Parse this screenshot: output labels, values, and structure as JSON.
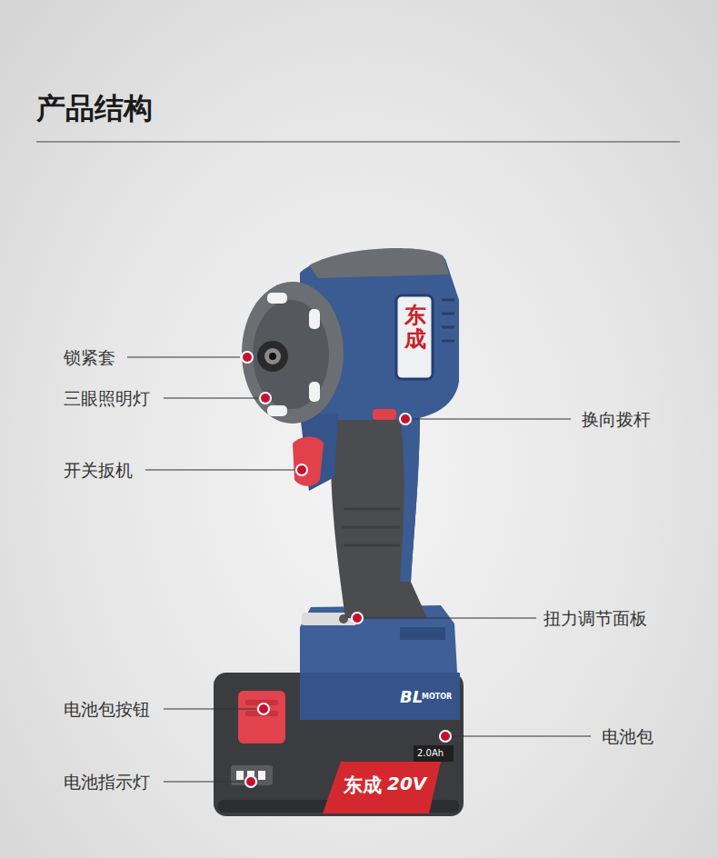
{
  "diagram": {
    "title": "产品结构",
    "labels": [
      "锁紧套",
      "三眼照明灯",
      "换向拨杆",
      "开关扳机",
      "扭力调节面板",
      "电池包按钮",
      "电池包",
      "电池指示灯",
      "东成",
      "BL",
      "MOTOR",
      "2.0Ah",
      "东成",
      "20V"
    ]
  }
}
